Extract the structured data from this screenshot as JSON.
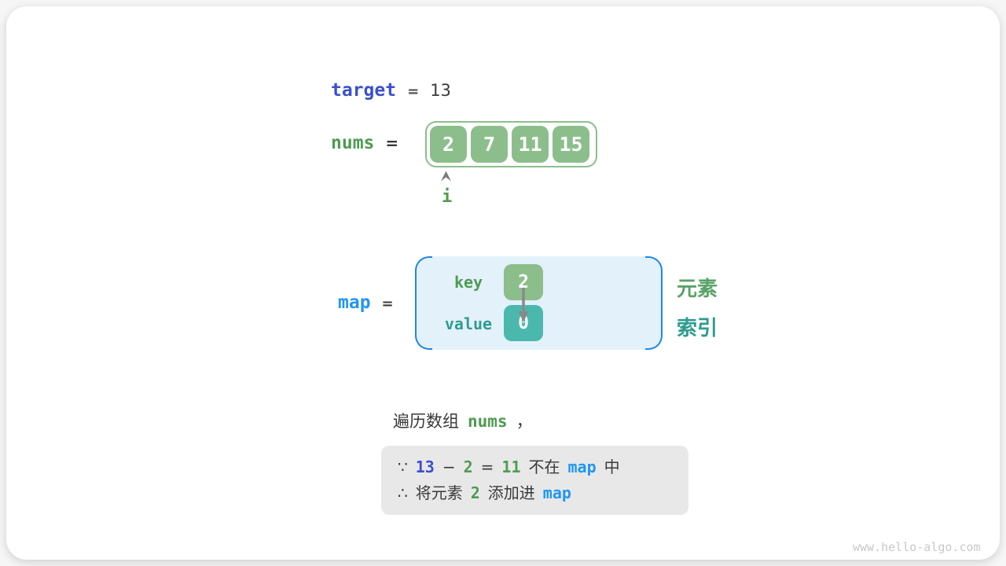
{
  "colors": {
    "array_green": "#8cbe8c",
    "teal_fill": "#4bb8ad",
    "green_text": "#4e9b52",
    "teal_text": "#2f9c90",
    "azure": "#2196f3",
    "indigo": "#3b50cc",
    "map_box_bg": "#e3f1fb",
    "map_bracket": "#1e88e5",
    "note_bg": "#e8e8e8"
  },
  "target_row": {
    "label": "target",
    "equals": "=",
    "value": "13"
  },
  "nums_row": {
    "label": "nums",
    "equals": "=",
    "cells": [
      "2",
      "7",
      "11",
      "15"
    ],
    "pointer_icon": "arrow-up",
    "pointer": "i"
  },
  "map_row": {
    "label": "map",
    "equals": "=",
    "key_label": "key",
    "value_label": "value",
    "key_cell": "2",
    "value_cell": "0",
    "side_labels": {
      "element": "元素",
      "index": "索引"
    }
  },
  "caption": {
    "prefix": "遍历数组",
    "code": "nums",
    "suffix": "，"
  },
  "note": {
    "line1": [
      {
        "t": "∵"
      },
      {
        "t": "13",
        "c": "indigo"
      },
      {
        "t": "−"
      },
      {
        "t": "2",
        "c": "green"
      },
      {
        "t": "="
      },
      {
        "t": "11",
        "c": "green"
      },
      {
        "t": "不在"
      },
      {
        "t": "map",
        "c": "azure"
      },
      {
        "t": "中"
      }
    ],
    "line2": [
      {
        "t": "∴"
      },
      {
        "t": "将元素"
      },
      {
        "t": "2",
        "c": "green"
      },
      {
        "t": "添加进"
      },
      {
        "t": "map",
        "c": "azure"
      }
    ]
  },
  "watermark": "www.hello-algo.com"
}
